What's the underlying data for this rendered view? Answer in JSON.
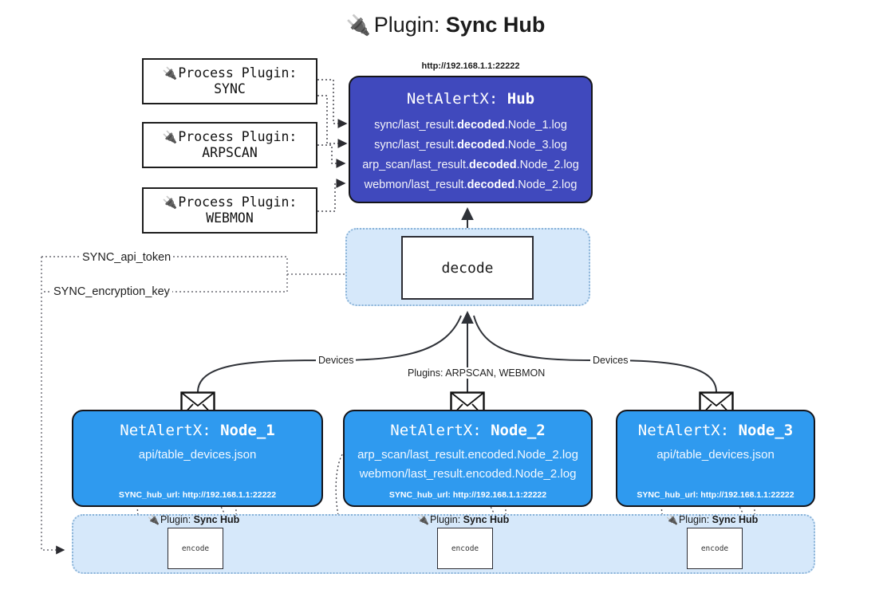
{
  "title": {
    "icon": "electric-plug-icon",
    "prefix": "Plugin:",
    "name": "Sync Hub"
  },
  "process_plugins": [
    {
      "icon": "electric-plug-icon",
      "line1": "Process Plugin:",
      "line2": "SYNC"
    },
    {
      "icon": "electric-plug-icon",
      "line1": "Process Plugin:",
      "line2": "ARPSCAN"
    },
    {
      "icon": "electric-plug-icon",
      "line1": "Process Plugin:",
      "line2": "WEBMON"
    }
  ],
  "hub": {
    "url": "http://192.168.1.1:22222",
    "title_prefix": "NetAlertX:",
    "title_name": "Hub",
    "lines": [
      {
        "pre": "sync/last_result.",
        "mid": "decoded",
        "post": ".Node_1.log"
      },
      {
        "pre": "sync/last_result.",
        "mid": "decoded",
        "post": ".Node_3.log"
      },
      {
        "pre": "arp_scan/last_result.",
        "mid": "decoded",
        "post": ".Node_2.log"
      },
      {
        "pre": "webmon/last_result.",
        "mid": "decoded",
        "post": ".Node_2.log"
      }
    ]
  },
  "decode": {
    "label": "decode"
  },
  "settings": {
    "api_token": "SYNC_api_token",
    "encryption_key": "SYNC_encryption_key"
  },
  "edge_labels": {
    "devices_left": "Devices",
    "plugins_center": "Plugins: ARPSCAN, WEBMON",
    "devices_right": "Devices"
  },
  "nodes": [
    {
      "icon": "envelope-icon",
      "title_prefix": "NetAlertX:",
      "title_name": "Node_1",
      "lines": [
        "api/table_devices.json"
      ],
      "footer": "SYNC_hub_url: http://192.168.1.1:22222"
    },
    {
      "icon": "envelope-icon",
      "title_prefix": "NetAlertX:",
      "title_name": "Node_2",
      "lines": [
        "arp_scan/last_result.encoded.Node_2.log",
        "webmon/last_result.encoded.Node_2.log"
      ],
      "footer": "SYNC_hub_url: http://192.168.1.1:22222"
    },
    {
      "icon": "envelope-icon",
      "title_prefix": "NetAlertX:",
      "title_name": "Node_3",
      "lines": [
        "api/table_devices.json"
      ],
      "footer": "SYNC_hub_url: http://192.168.1.1:22222"
    }
  ],
  "encoders": [
    {
      "icon": "electric-plug-icon",
      "plugin_prefix": "Plugin:",
      "plugin_name": "Sync Hub",
      "box_label": "encode"
    },
    {
      "icon": "electric-plug-icon",
      "plugin_prefix": "Plugin:",
      "plugin_name": "Sync Hub",
      "box_label": "encode"
    },
    {
      "icon": "electric-plug-icon",
      "plugin_prefix": "Plugin:",
      "plugin_name": "Sync Hub",
      "box_label": "encode"
    }
  ],
  "colors": {
    "hub_fill": "#4049bd",
    "node_fill": "#2f9aef",
    "band_fill": "#d6e8fa",
    "band_border": "#8ab3d8",
    "stroke": "#15151a",
    "text_dark": "#1a1a1a"
  }
}
